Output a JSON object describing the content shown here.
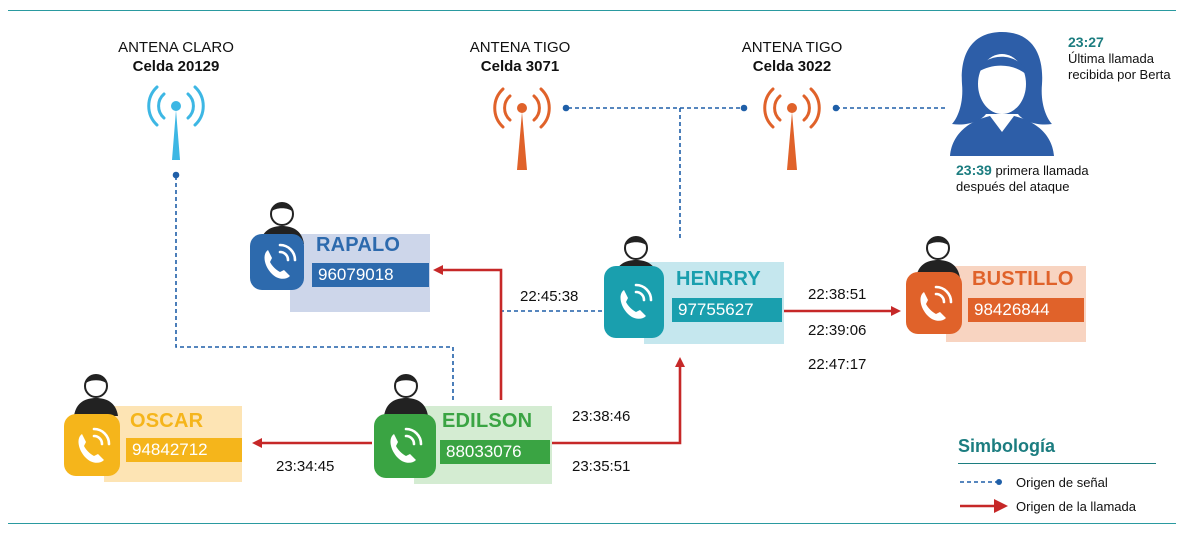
{
  "colors": {
    "teal": "#1a9fae",
    "blue": "#2d6aad",
    "orange": "#e0622a",
    "yellow": "#f5b51b",
    "green": "#3aa443",
    "cyan": "#3db7e4",
    "call_arrow": "#c62828",
    "signal_line": "#1f5fa8",
    "legend_accent": "#1c7d80"
  },
  "antennas": [
    {
      "label": "ANTENA CLARO",
      "cell": "Celda 20129",
      "icon": "antenna-icon",
      "color": "#3db7e4"
    },
    {
      "label": "ANTENA TIGO",
      "cell": "Celda 3071",
      "icon": "antenna-icon",
      "color": "#e0622a"
    },
    {
      "label": "ANTENA TIGO",
      "cell": "Celda 3022",
      "icon": "antenna-icon",
      "color": "#e0622a"
    }
  ],
  "contacts": {
    "rapalo": {
      "name": "RAPALO",
      "number": "96079018",
      "icon": "phone-icon"
    },
    "henrry": {
      "name": "HENRRY",
      "number": "97755627",
      "icon": "phone-icon"
    },
    "bustillo": {
      "name": "BUSTILLO",
      "number": "98426844",
      "icon": "phone-icon"
    },
    "oscar": {
      "name": "OSCAR",
      "number": "94842712",
      "icon": "phone-icon"
    },
    "edilson": {
      "name": "EDILSON",
      "number": "88033076",
      "icon": "phone-icon"
    }
  },
  "times": {
    "henrry_rapalo": "22:45:38",
    "henrry_bustillo_1": "22:38:51",
    "henrry_bustillo_2": "22:39:06",
    "henrry_bustillo_3": "22:47:17",
    "edilson_henrry_1": "23:38:46",
    "edilson_henrry_2": "23:35:51",
    "edilson_oscar": "23:34:45"
  },
  "berta": {
    "time1": "23:27",
    "text1": "Última llamada recibida por Berta",
    "time2": "23:39",
    "text2a": "primera llamada",
    "text2b": "después del ataque",
    "icon": "woman-avatar-icon"
  },
  "legend": {
    "title": "Simbología",
    "signal": "Origen de señal",
    "call": "Origen de la llamada"
  }
}
